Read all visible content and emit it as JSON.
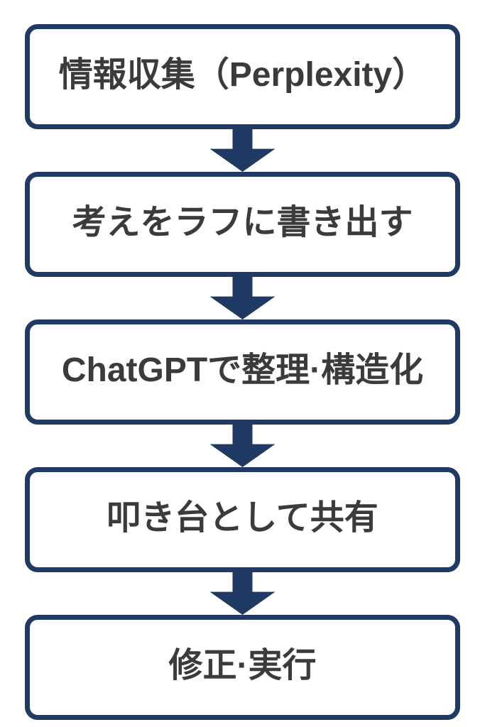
{
  "flowchart": {
    "type": "vertical-flow",
    "connector": "solid-block-down-arrow",
    "steps": [
      {
        "label": "情報収集（Perplexity）"
      },
      {
        "label": "考えをラフに書き出す"
      },
      {
        "label": "ChatGPTで整理·構造化"
      },
      {
        "label": "叩き台として共有"
      },
      {
        "label": "修正·実行"
      }
    ],
    "colors": {
      "border": "#1f3a63",
      "arrow": "#1f3a63",
      "text": "#3b3b3b",
      "background": "#ffffff"
    }
  }
}
